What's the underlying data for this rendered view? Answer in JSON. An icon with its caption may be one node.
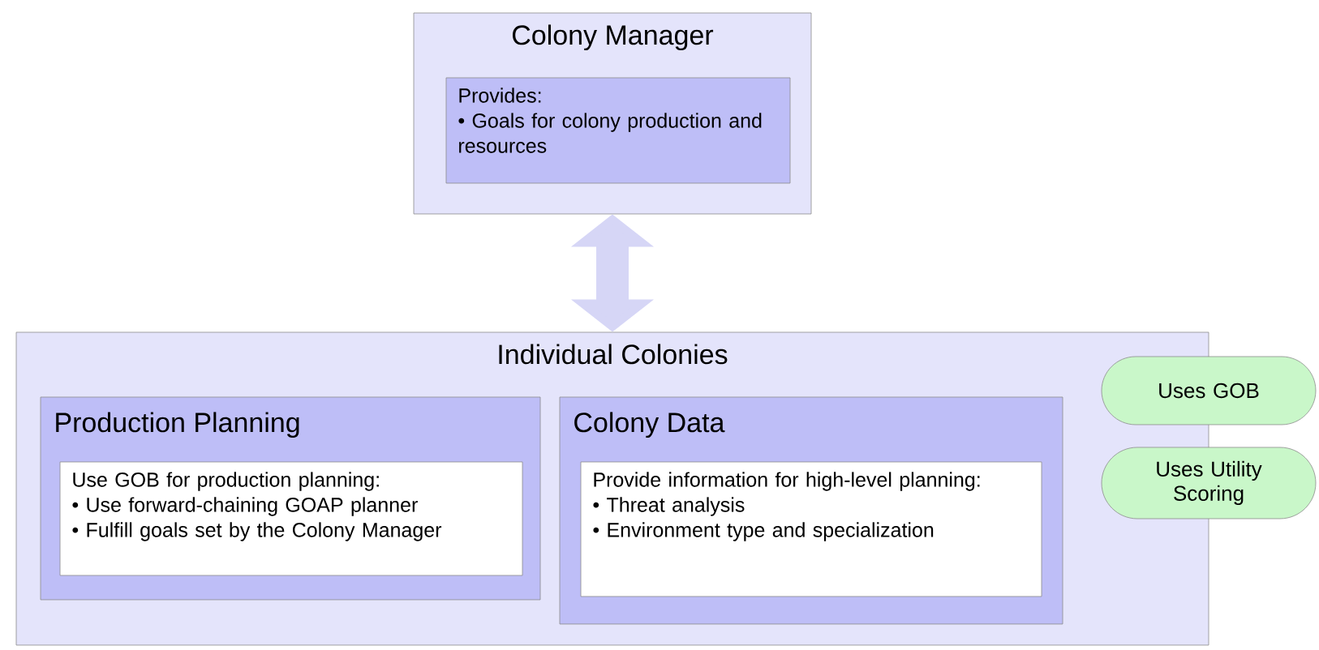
{
  "diagram": {
    "nodes": [
      {
        "text": [
          "Colony Manager"
        ]
      },
      {
        "text": [
          "Provides:",
          "• Goals for colony production and resources"
        ],
        "in": 0
      },
      {
        "text": [
          "Individual Colonies"
        ]
      },
      {
        "text": [
          "Production Planning"
        ],
        "in": 2
      },
      {
        "text": [
          "Use GOB for production planning:",
          "• Use forward-chaining GOAP planner",
          "• Fulfill goals set by the Colony Manager"
        ],
        "in": 3
      },
      {
        "text": [
          "Colony Data"
        ],
        "in": 2
      },
      {
        "text": [
          "Provide information for high-level planning:",
          "• Threat analysis",
          "• Environment type and specialization"
        ],
        "in": 5
      },
      {
        "text": [
          "Uses GOB"
        ]
      },
      {
        "text": [
          "Uses Utility Scoring"
        ]
      }
    ],
    "edges": [
      {
        "from": 0,
        "to": 2,
        "arrow": "both"
      }
    ]
  }
}
